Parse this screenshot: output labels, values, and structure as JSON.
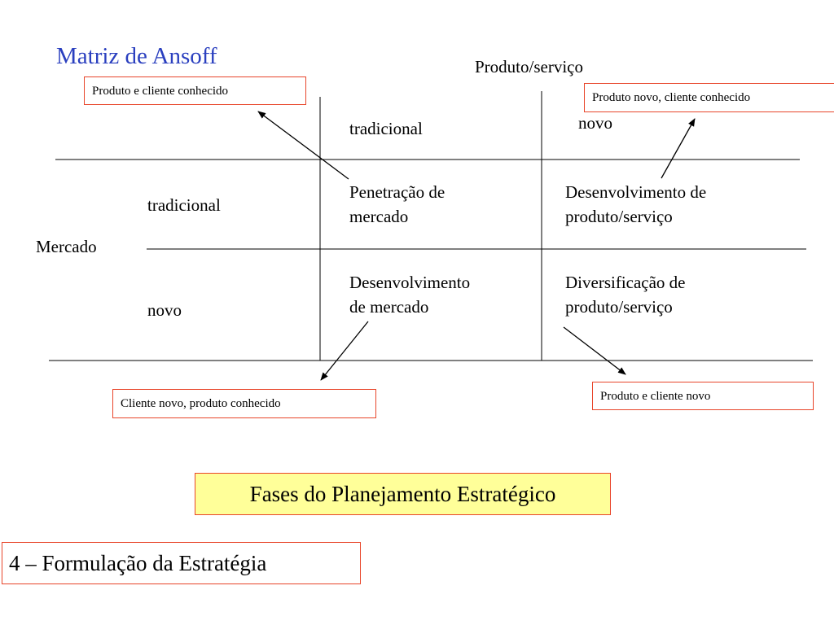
{
  "slide": {
    "title": "Matriz de Ansoff",
    "axis_product_label": "Produto/serviço",
    "axis_market_label": "Mercado",
    "col_headers": [
      "tradicional",
      "novo"
    ],
    "row_headers": [
      "tradicional",
      "novo"
    ],
    "cells": {
      "r1c1": [
        "Penetração de",
        "mercado"
      ],
      "r1c2": [
        "Desenvolvimento de",
        "produto/serviço"
      ],
      "r2c1": [
        "Desenvolvimento",
        "de mercado"
      ],
      "r2c2": [
        "Diversificação de",
        "produto/serviço"
      ]
    },
    "callouts": {
      "top_left": "Produto e cliente conhecido",
      "top_right": "Produto novo, cliente conhecido",
      "bottom_left": "Cliente novo, produto conhecido",
      "bottom_right": "Produto e cliente novo"
    },
    "phase_banner": "Fases do Planejamento Estratégico",
    "step_label": "4 – Formulação da Estratégia"
  },
  "colors": {
    "title": "#2a3fbf",
    "callout_border": "#e8452a",
    "banner_fill": "#ffff99"
  }
}
